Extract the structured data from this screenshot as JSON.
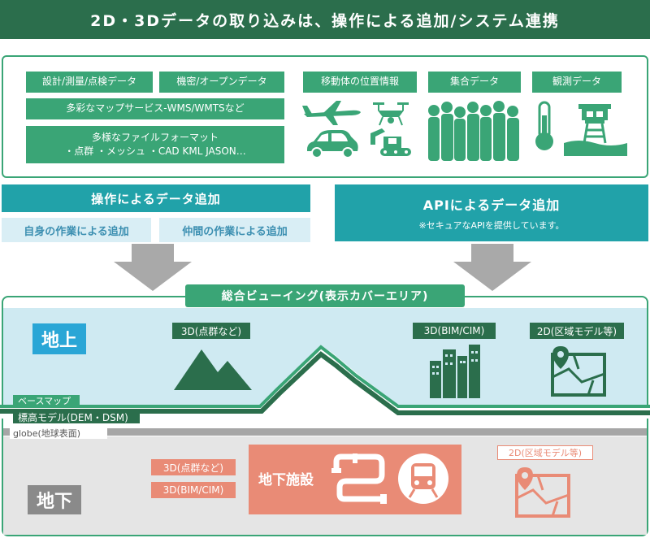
{
  "title": "2D・3Dデータの取り込みは、操作による追加/システム連携",
  "sources": {
    "survey": "設計/測量/点検データ",
    "confidential": "機密/オープンデータ",
    "maps": "多彩なマップサービス-WMS/WMTSなど",
    "formats_line1": "多様なファイルフォーマット",
    "formats_line2": "・点群 ・メッシュ ・CAD KML JASON…",
    "moving": "移動体の位置情報",
    "group": "集合データ",
    "observation": "観測データ"
  },
  "manual": {
    "heading": "操作によるデータ追加",
    "self": "自身の作業による追加",
    "peer": "仲間の作業による追加"
  },
  "api": {
    "heading": "APIによるデータ追加",
    "note": "※セキュアなAPIを提供しています。"
  },
  "viewing": {
    "heading": "総合ビューイング(表示カバーエリア)",
    "above_label": "地上",
    "below_label": "地下",
    "above_3d_point": "3D(点群など)",
    "above_3d_bim": "3D(BIM/CIM)",
    "above_2d": "2D(区域モデル等)",
    "basemap": "ベースマップ",
    "dem": "標高モデル(DEM・DSM)",
    "globe": "globe(地球表面)",
    "below_3d_point": "3D(点群など)",
    "below_3d_bim": "3D(BIM/CIM)",
    "below_facility": "地下施設",
    "below_2d": "2D(区域モデル等)"
  },
  "colors": {
    "dark_green": "#2b6e4c",
    "green": "#3aa576",
    "teal": "#21a2a9",
    "sky": "#cfeaf2",
    "blue_label": "#2aa6d6",
    "grey": "#8a8a8a",
    "salmon": "#e98b76"
  }
}
